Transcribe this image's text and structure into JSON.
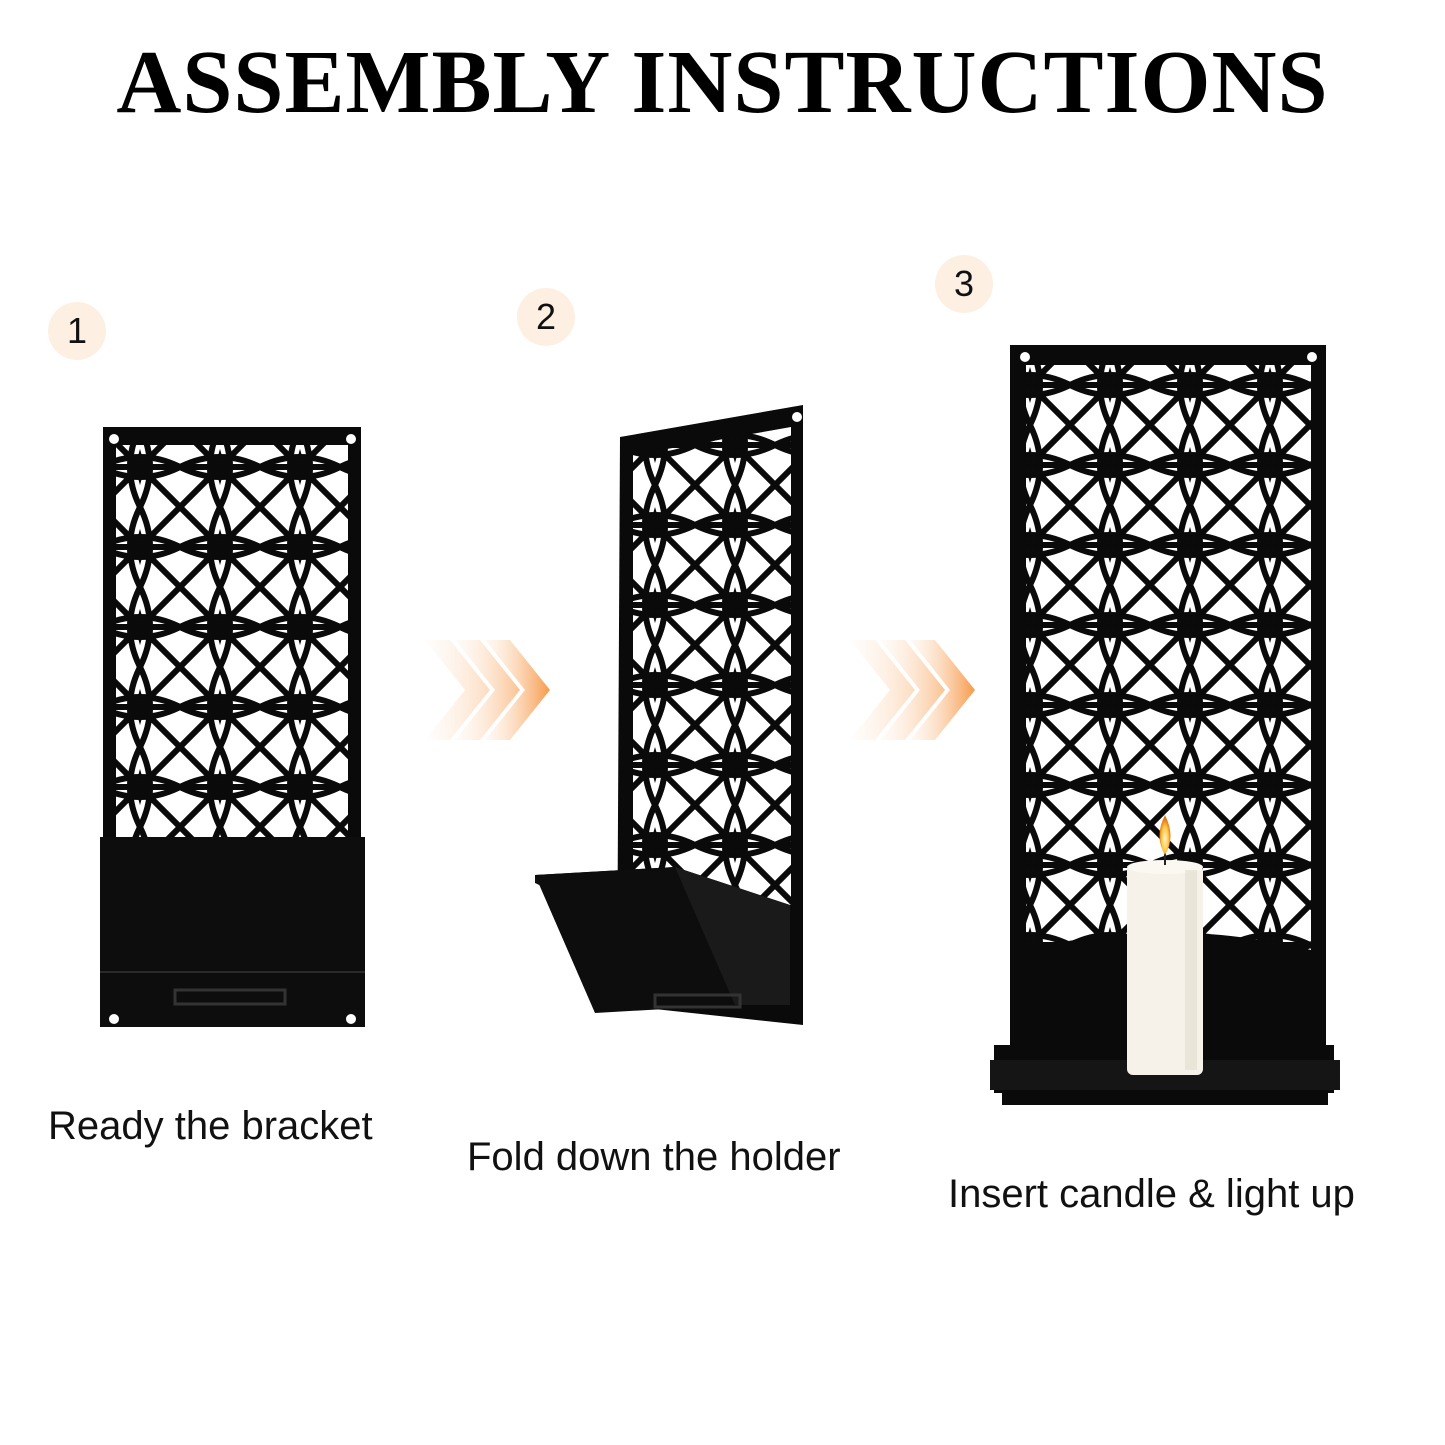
{
  "title": "ASSEMBLY INSTRUCTIONS",
  "steps": [
    {
      "number": "1",
      "caption": "Ready the bracket"
    },
    {
      "number": "2",
      "caption": "Fold down the holder"
    },
    {
      "number": "3",
      "caption": "Insert candle & light up"
    }
  ],
  "colors": {
    "metal": "#0a0a0a",
    "badge": "#fdf0e2",
    "arrow": "#f79a4a",
    "candle": "#f6f2ea"
  }
}
